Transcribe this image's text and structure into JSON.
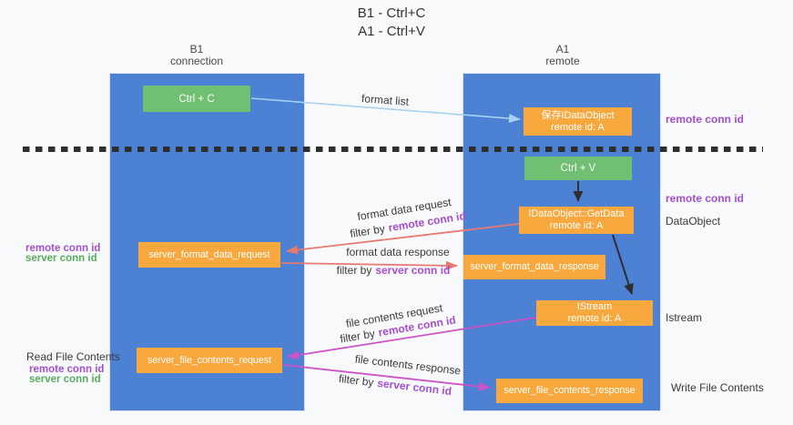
{
  "title": {
    "line1": "B1 - Ctrl+C",
    "line2": "A1 - Ctrl+V"
  },
  "lifelines": {
    "left": {
      "name": "B1",
      "role": "connection"
    },
    "right": {
      "name": "A1",
      "role": "remote"
    }
  },
  "boxes": {
    "ctrl_c": {
      "label": "Ctrl + C"
    },
    "save_dataobject": {
      "line1": "保存IDataObject",
      "line2": "remote id: A"
    },
    "ctrl_v": {
      "label": "Ctrl + V"
    },
    "getdata": {
      "line1": "IDataObject::GetData",
      "line2": "remote id: A"
    },
    "server_format_data_request": {
      "label": "server_format_data_request"
    },
    "server_format_data_response": {
      "label": "server_format_data_response"
    },
    "istream": {
      "line1": "IStream",
      "line2": "remote id: A"
    },
    "server_file_contents_request": {
      "label": "server_file_contents_request"
    },
    "server_file_contents_response": {
      "label": "server_file_contents_response"
    }
  },
  "arrow_labels": {
    "format_list": "format list",
    "filter_by": "filter by",
    "format_data_request": "format data request",
    "format_data_request_filter": "remote conn id",
    "format_data_response": "format data response",
    "format_data_response_filter": "server conn id",
    "file_contents_request": "file contents request",
    "file_contents_request_filter": "remote conn id",
    "file_contents_response": "file contents response",
    "file_contents_response_filter": "server conn id"
  },
  "side_labels": {
    "right_remote_conn_id_top": "remote conn id",
    "right_remote_conn_id_mid": "remote conn id",
    "dataobject": "DataObject",
    "istream": "Istream",
    "write_file_contents": "Write File Contents",
    "left_remote_conn_id_top": "remote conn id",
    "left_server_conn_id_top": "server conn id",
    "read_file_contents": "Read File Contents",
    "left_remote_conn_id_bottom": "remote conn id",
    "left_server_conn_id_bottom": "server conn id"
  },
  "colors": {
    "lifeline_fill": "#4c81d4",
    "action_box_fill": "#71bf72",
    "message_box_fill": "#f8a83d",
    "format_list_arrow": "#a8d3f2",
    "format_data_arrow": "#e87970",
    "file_contents_arrow": "#ce52c8",
    "control_flow_arrow": "#2e2e2e",
    "remote_conn_id_text": "#a44fd1",
    "server_conn_id_text": "#58ad5e",
    "dashed_divider": "#2e2e2e"
  }
}
